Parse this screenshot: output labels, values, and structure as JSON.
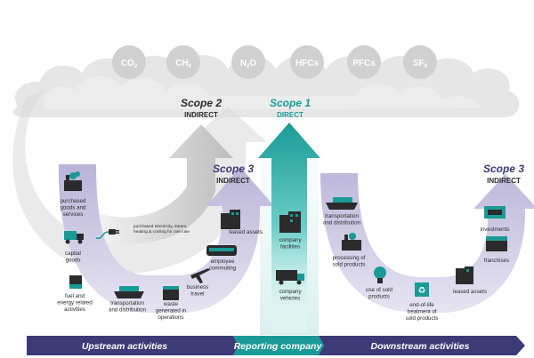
{
  "gases": [
    {
      "base": "CO",
      "sub": "2"
    },
    {
      "base": "CH",
      "sub": "4"
    },
    {
      "base": "N",
      "sub": "2",
      "tail": "O"
    },
    {
      "base": "HFCs",
      "sub": ""
    },
    {
      "base": "PFCs",
      "sub": ""
    },
    {
      "base": "SF",
      "sub": "6"
    }
  ],
  "scopes": {
    "scope2": {
      "title": "Scope 2",
      "subtitle": "INDIRECT"
    },
    "scope1": {
      "title": "Scope 1",
      "subtitle": "DIRECT"
    },
    "scope3_up": {
      "title": "Scope 3",
      "subtitle": "INDIRECT"
    },
    "scope3_down": {
      "title": "Scope 3",
      "subtitle": "INDIRECT"
    }
  },
  "upstream": {
    "purchased_goods": [
      "purchased",
      "goods and",
      "services"
    ],
    "capital_goods": [
      "capital",
      "goods"
    ],
    "fuel_energy": [
      "fuel and",
      "energy related",
      "activities"
    ],
    "transportation": [
      "transportation",
      "and distribution"
    ],
    "waste": [
      "waste",
      "generated in",
      "operations"
    ],
    "business_travel": [
      "business",
      "travel"
    ],
    "employee_commuting": [
      "employee",
      "commuting"
    ],
    "leased_assets": [
      "leased assets"
    ],
    "purchased_electricity": [
      "purchased electricity, steam,",
      "heating & cooling for own use"
    ]
  },
  "company": {
    "facilities": [
      "company",
      "facilities"
    ],
    "vehicles": [
      "company",
      "vehicles"
    ]
  },
  "downstream": {
    "transportation": [
      "transportation",
      "and distribution"
    ],
    "processing": [
      "processing of",
      "sold products"
    ],
    "use": [
      "use of sold",
      "products"
    ],
    "end_of_life": [
      "end-of-life",
      "treatment of",
      "sold products"
    ],
    "leased_assets": [
      "leased assets"
    ],
    "franchises": [
      "franchises"
    ],
    "investments": [
      "investments"
    ]
  },
  "bar": {
    "upstream": "Upstream activities",
    "reporting": "Reporting company",
    "downstream": "Downstream activities"
  },
  "colors": {
    "teal": "#1a9a96",
    "teal_light": "#7fd3ce",
    "purple": "#3d3a78",
    "lavender": "#c7c3e0",
    "gray": "#c9c9c9",
    "dark": "#2b2b2b"
  }
}
